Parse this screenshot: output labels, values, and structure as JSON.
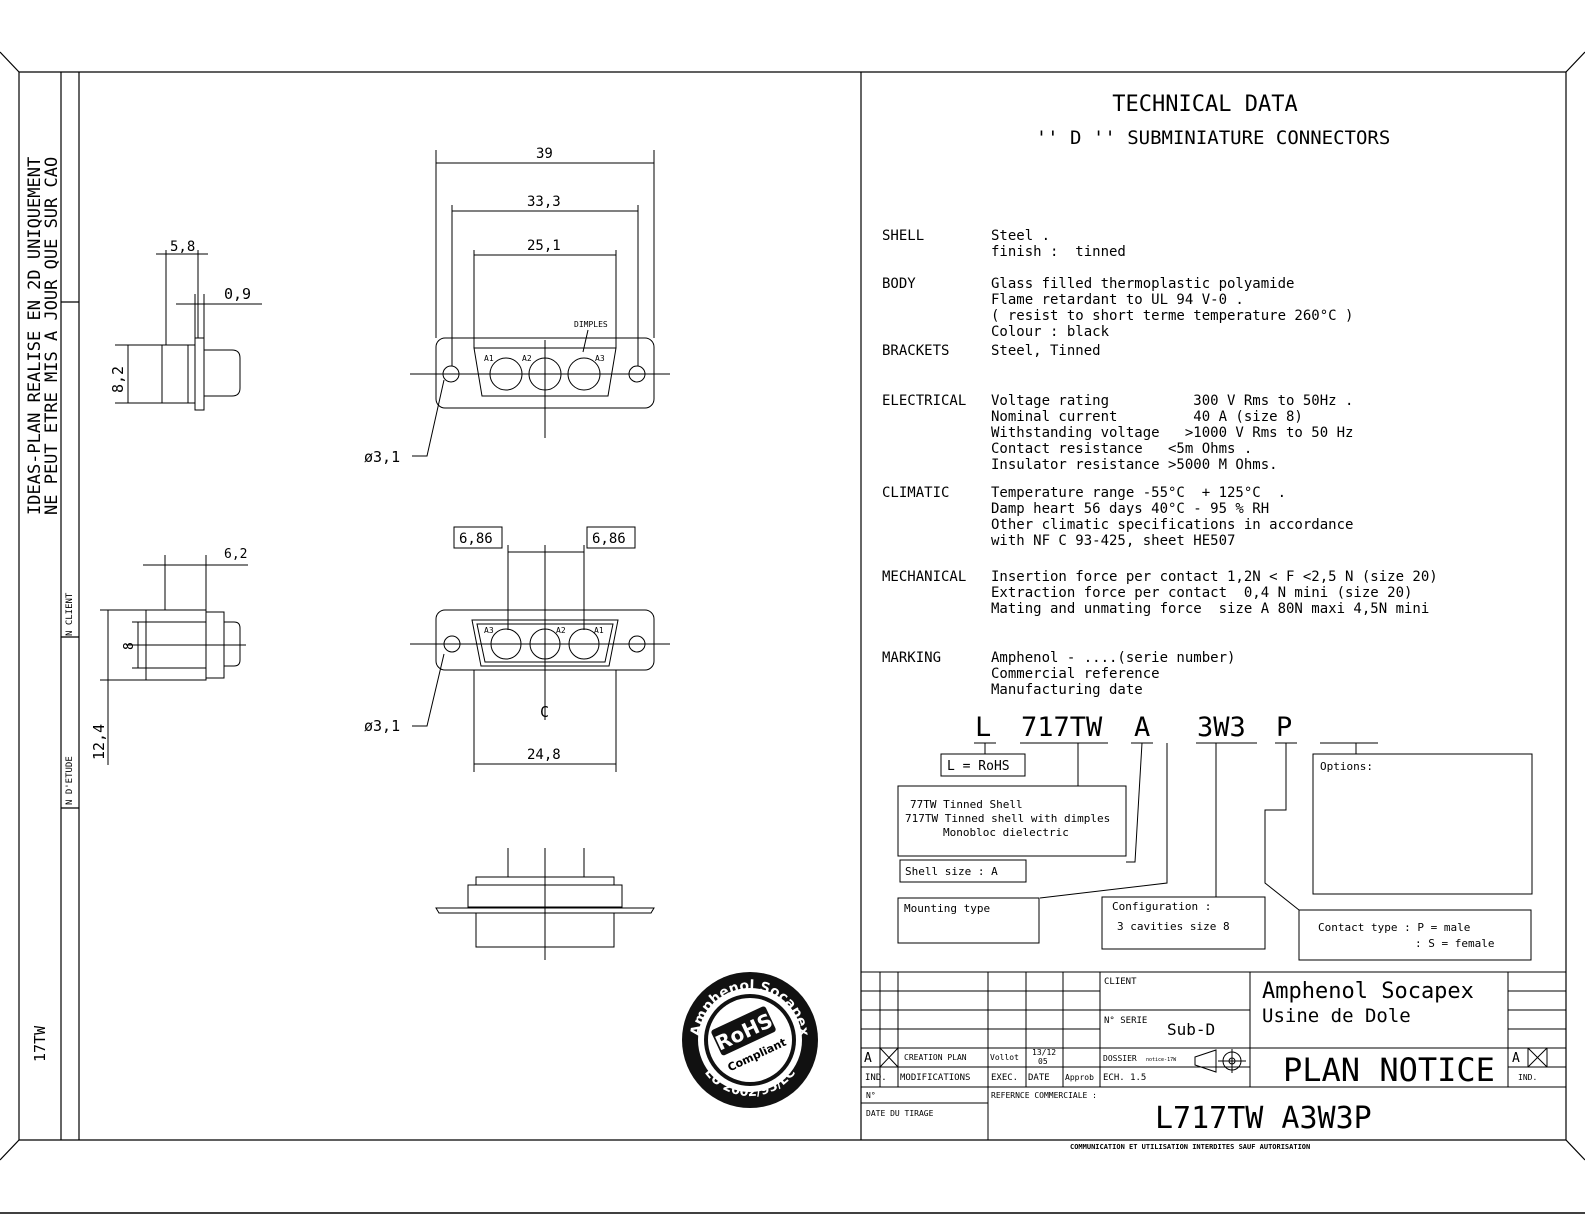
{
  "side_note": {
    "line1": "IDEAS-PLAN REALISE EN 2D UNIQUEMENT",
    "line2": "NE PEUT ETRE MIS A JOUR QUE SUR CAO"
  },
  "side_labels": {
    "client": "N CLIENT",
    "etude": "N D'ETUDE",
    "part": "17TW"
  },
  "title": {
    "main": "TECHNICAL DATA",
    "sub": "'' D '' SUBMINIATURE CONNECTORS"
  },
  "specs": [
    {
      "label": "SHELL",
      "lines": [
        "Steel .",
        "finish :  tinned"
      ]
    },
    {
      "label": "BODY",
      "lines": [
        "Glass filled thermoplastic polyamide",
        "Flame retardant to UL 94 V-0 .",
        "( resist to short terme temperature 260°C )",
        "Colour : black"
      ]
    },
    {
      "label": "BRACKETS",
      "lines": [
        "Steel, Tinned"
      ]
    },
    {
      "label": "ELECTRICAL",
      "lines": [
        "Voltage rating          300 V Rms to 50Hz .",
        "Nominal current         40 A (size 8)",
        "Withstanding voltage   >1000 V Rms to 50 Hz",
        "Contact resistance   <5m Ohms .",
        "Insulator resistance >5000 M Ohms."
      ]
    },
    {
      "label": "CLIMATIC",
      "lines": [
        "Temperature range -55°C  + 125°C  .",
        "Damp heart 56 days 40°C - 95 % RH",
        "Other climatic specifications in accordance",
        "with NF C 93-425, sheet HE507"
      ]
    },
    {
      "label": "MECHANICAL",
      "lines": [
        "Insertion force per contact 1,2N < F <2,5 N (size 20)",
        "Extraction force per contact  0,4 N mini (size 20)",
        "Mating and unmating force  size A 80N maxi 4,5N mini"
      ]
    },
    {
      "label": "MARKING",
      "lines": [
        "Amphenol - ....(serie number)",
        "Commercial reference",
        "Manufacturing date"
      ]
    }
  ],
  "part_code": {
    "c1": "L",
    "c2": "717TW",
    "c3": "A",
    "c4": "3W3",
    "c5": "P"
  },
  "code_boxes": {
    "rohs": "L = RoHS",
    "shell1": "77TW  Tinned Shell",
    "shell2": "717TW  Tinned shell with dimples",
    "shell3": "Monobloc dielectric",
    "size": "Shell size : A",
    "mounting": "Mounting type",
    "config1": "Configuration :",
    "config2": "3 cavities size 8",
    "options": "Options:",
    "contact1": "Contact type : P = male",
    "contact2": ": S = female"
  },
  "dims": {
    "d39": "39",
    "d333": "33,3",
    "d251": "25,1",
    "d58": "5,8",
    "d09": "0,9",
    "d82": "8,2",
    "dimples": "DIMPLES",
    "phi1": "ø3,1",
    "phi2": "ø3,1",
    "d686a": "6,86",
    "d686b": "6,86",
    "d62": "6,2",
    "d8": "8",
    "d124": "12,4",
    "d248": "24,8",
    "cl": "C",
    "a1": "A1",
    "a2": "A2",
    "a3": "A3",
    "b1": "A3",
    "b2": "A2",
    "b3": "A1"
  },
  "rohs_seal": {
    "top": "Amphenol Socapex",
    "center": "RoHS",
    "compliant": "Compliant",
    "bottom": "EU 2002/95/EC"
  },
  "title_block": {
    "client": "CLIENT",
    "company": "Amphenol Socapex",
    "site": "Usine de Dole",
    "serie_label": "N° SERIE",
    "serie_value": "Sub-D",
    "rev_a": "A",
    "creation": "CREATION PLAN",
    "author": "Vollot",
    "date": "13/12",
    "year": "05",
    "dossier": "DOSSIER",
    "dossier_small": "notice-17W",
    "plan_notice": "PLAN NOTICE",
    "ind": "IND.",
    "modifs": "MODIFICATIONS",
    "exec": "EXEC.",
    "date_label": "DATE",
    "approb": "Approb",
    "ech": "ECH.  1.5",
    "no": "N°",
    "tirage": "DATE DU TIRAGE",
    "ref_label": "REFERNCE COMMERCIALE :",
    "ref_value": "L717TW A3W3P",
    "rev_right": "A",
    "ind_right": "IND.",
    "footer": "COMMUNICATION ET UTILISATION INTERDITES SAUF AUTORISATION"
  }
}
